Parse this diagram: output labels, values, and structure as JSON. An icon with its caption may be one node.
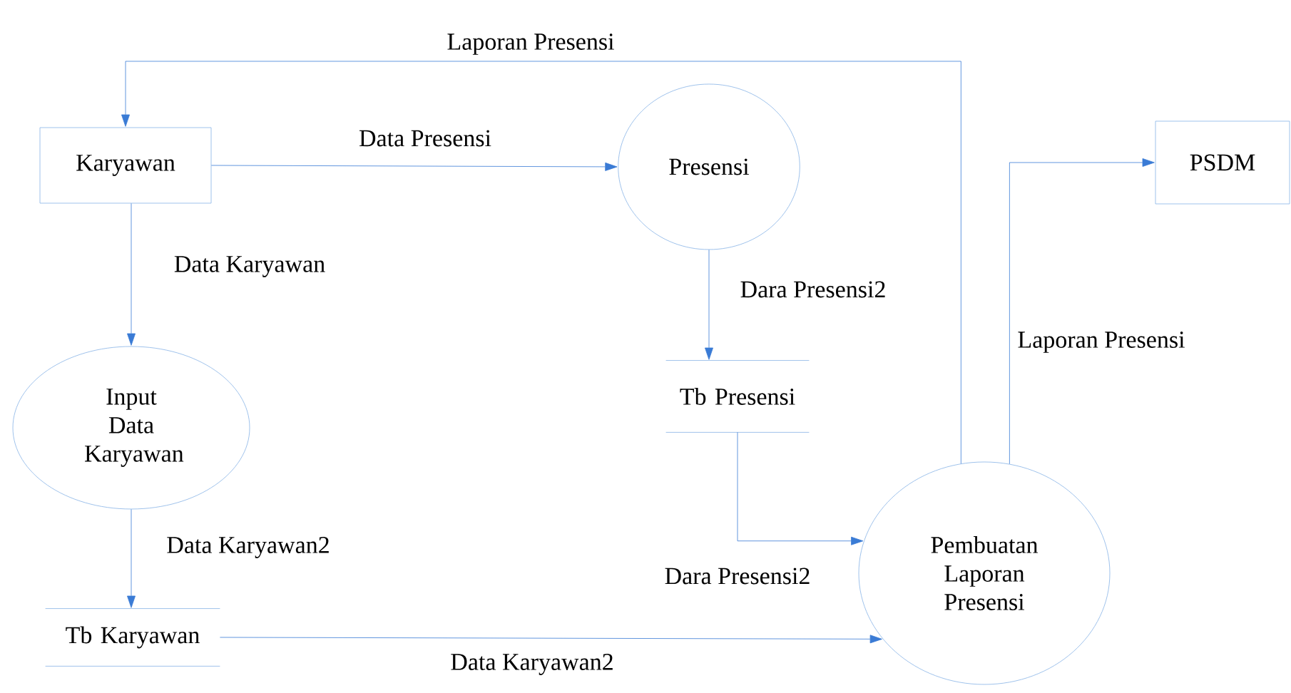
{
  "diagram": {
    "nodes": [
      {
        "text": [
          "Karyawan"
        ]
      },
      {
        "text": [
          "Presensi"
        ]
      },
      {
        "text": [
          "PSDM"
        ]
      },
      {
        "text": [
          "Input Data Karyawan"
        ]
      },
      {
        "text": [
          "Tb Presensi"
        ]
      },
      {
        "text": [
          "Pembuatan Laporan Presensi"
        ]
      },
      {
        "text": [
          "Tb Karyawan"
        ]
      }
    ],
    "edges": [
      {
        "from": 0,
        "to": 1,
        "arrow": "to",
        "label": "Data Presensi"
      },
      {
        "from": 0,
        "to": 3,
        "arrow": "to",
        "label": "Data Karyawan"
      },
      {
        "from": 1,
        "to": 4,
        "arrow": "to",
        "label": "Dara Presensi2"
      },
      {
        "from": 3,
        "to": 6,
        "arrow": "to",
        "label": "Data Karyawan2"
      },
      {
        "from": 4,
        "to": 5,
        "arrow": "to",
        "label": "Dara Presensi2"
      },
      {
        "from": 6,
        "to": 5,
        "arrow": "to",
        "label": "Data Karyawan2"
      },
      {
        "from": 5,
        "to": 0,
        "arrow": "to",
        "label": "Laporan Presensi"
      },
      {
        "from": 5,
        "to": 2,
        "arrow": "to",
        "label": "Laporan Presensi"
      }
    ]
  }
}
